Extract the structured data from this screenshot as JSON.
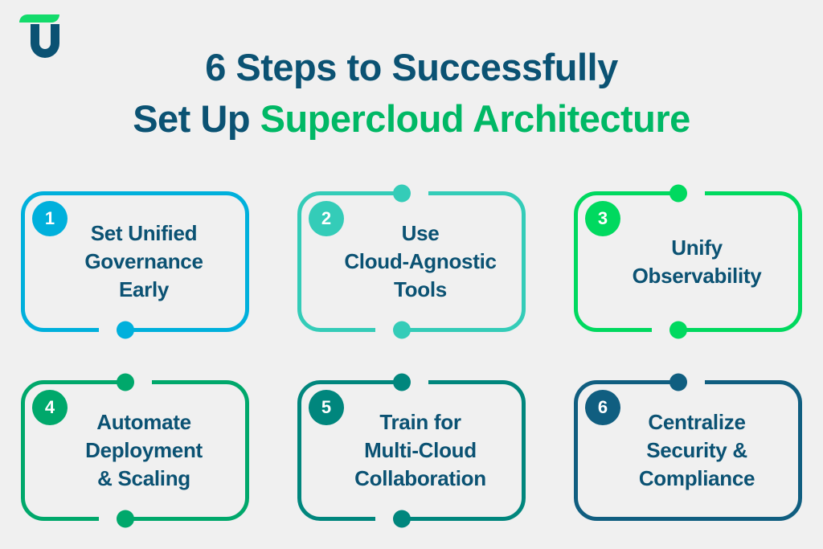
{
  "background_color": "#f0f0f0",
  "logo": {
    "name": "turing-logo",
    "letter_t_color": "#00d95f",
    "letter_u_color": "#0b5273",
    "overlap_color": "#0a8f6e"
  },
  "title": {
    "line1": "6 Steps to Successfully",
    "line2_prefix": "Set Up ",
    "line2_accent": "Supercloud Architecture",
    "color": "#0b5273",
    "accent_color": "#00b865"
  },
  "text_color": "#0b5273",
  "cards": [
    {
      "number": "1",
      "label": "Set Unified\nGovernance\nEarly",
      "color": "#00b0dc",
      "top_dot": false,
      "bottom_dot": true
    },
    {
      "number": "2",
      "label": "Use\nCloud-Agnostic\nTools",
      "color": "#34ccb8",
      "top_dot": true,
      "bottom_dot": true
    },
    {
      "number": "3",
      "label": "Unify\nObservability",
      "color": "#00d95f",
      "top_dot": true,
      "bottom_dot": true
    },
    {
      "number": "4",
      "label": "Automate\nDeployment\n& Scaling",
      "color": "#00a86b",
      "top_dot": true,
      "bottom_dot": true
    },
    {
      "number": "5",
      "label": "Train for\nMulti-Cloud\nCollaboration",
      "color": "#00867d",
      "top_dot": true,
      "bottom_dot": true
    },
    {
      "number": "6",
      "label": "Centralize\nSecurity &\nCompliance",
      "color": "#105e80",
      "top_dot": true,
      "bottom_dot": false
    }
  ]
}
